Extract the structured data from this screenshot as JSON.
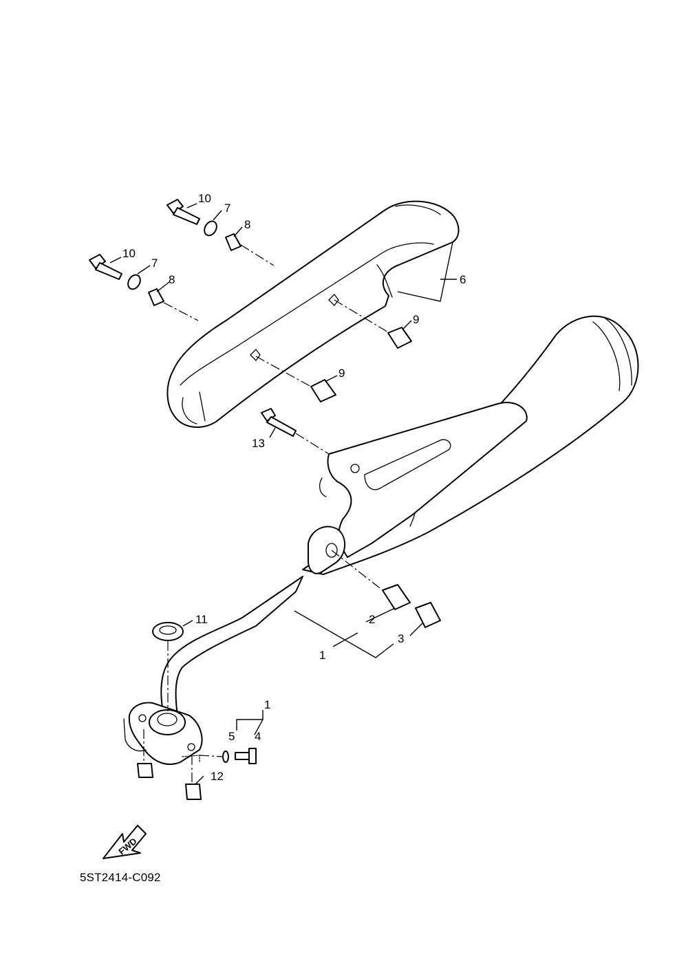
{
  "diagram_code": "5ST2414-C092",
  "fwd_label": "FWD",
  "callouts": [
    {
      "id": "c1a",
      "label": "1"
    },
    {
      "id": "c1b",
      "label": "1"
    },
    {
      "id": "c2",
      "label": "2"
    },
    {
      "id": "c3",
      "label": "3"
    },
    {
      "id": "c4",
      "label": "4"
    },
    {
      "id": "c5",
      "label": "5"
    },
    {
      "id": "c6",
      "label": "6"
    },
    {
      "id": "c7a",
      "label": "7"
    },
    {
      "id": "c7b",
      "label": "7"
    },
    {
      "id": "c8a",
      "label": "8"
    },
    {
      "id": "c8b",
      "label": "8"
    },
    {
      "id": "c9a",
      "label": "9"
    },
    {
      "id": "c9b",
      "label": "9"
    },
    {
      "id": "c10a",
      "label": "10"
    },
    {
      "id": "c10b",
      "label": "10"
    },
    {
      "id": "c11",
      "label": "11"
    },
    {
      "id": "c12",
      "label": "12"
    },
    {
      "id": "c13",
      "label": "13"
    }
  ]
}
